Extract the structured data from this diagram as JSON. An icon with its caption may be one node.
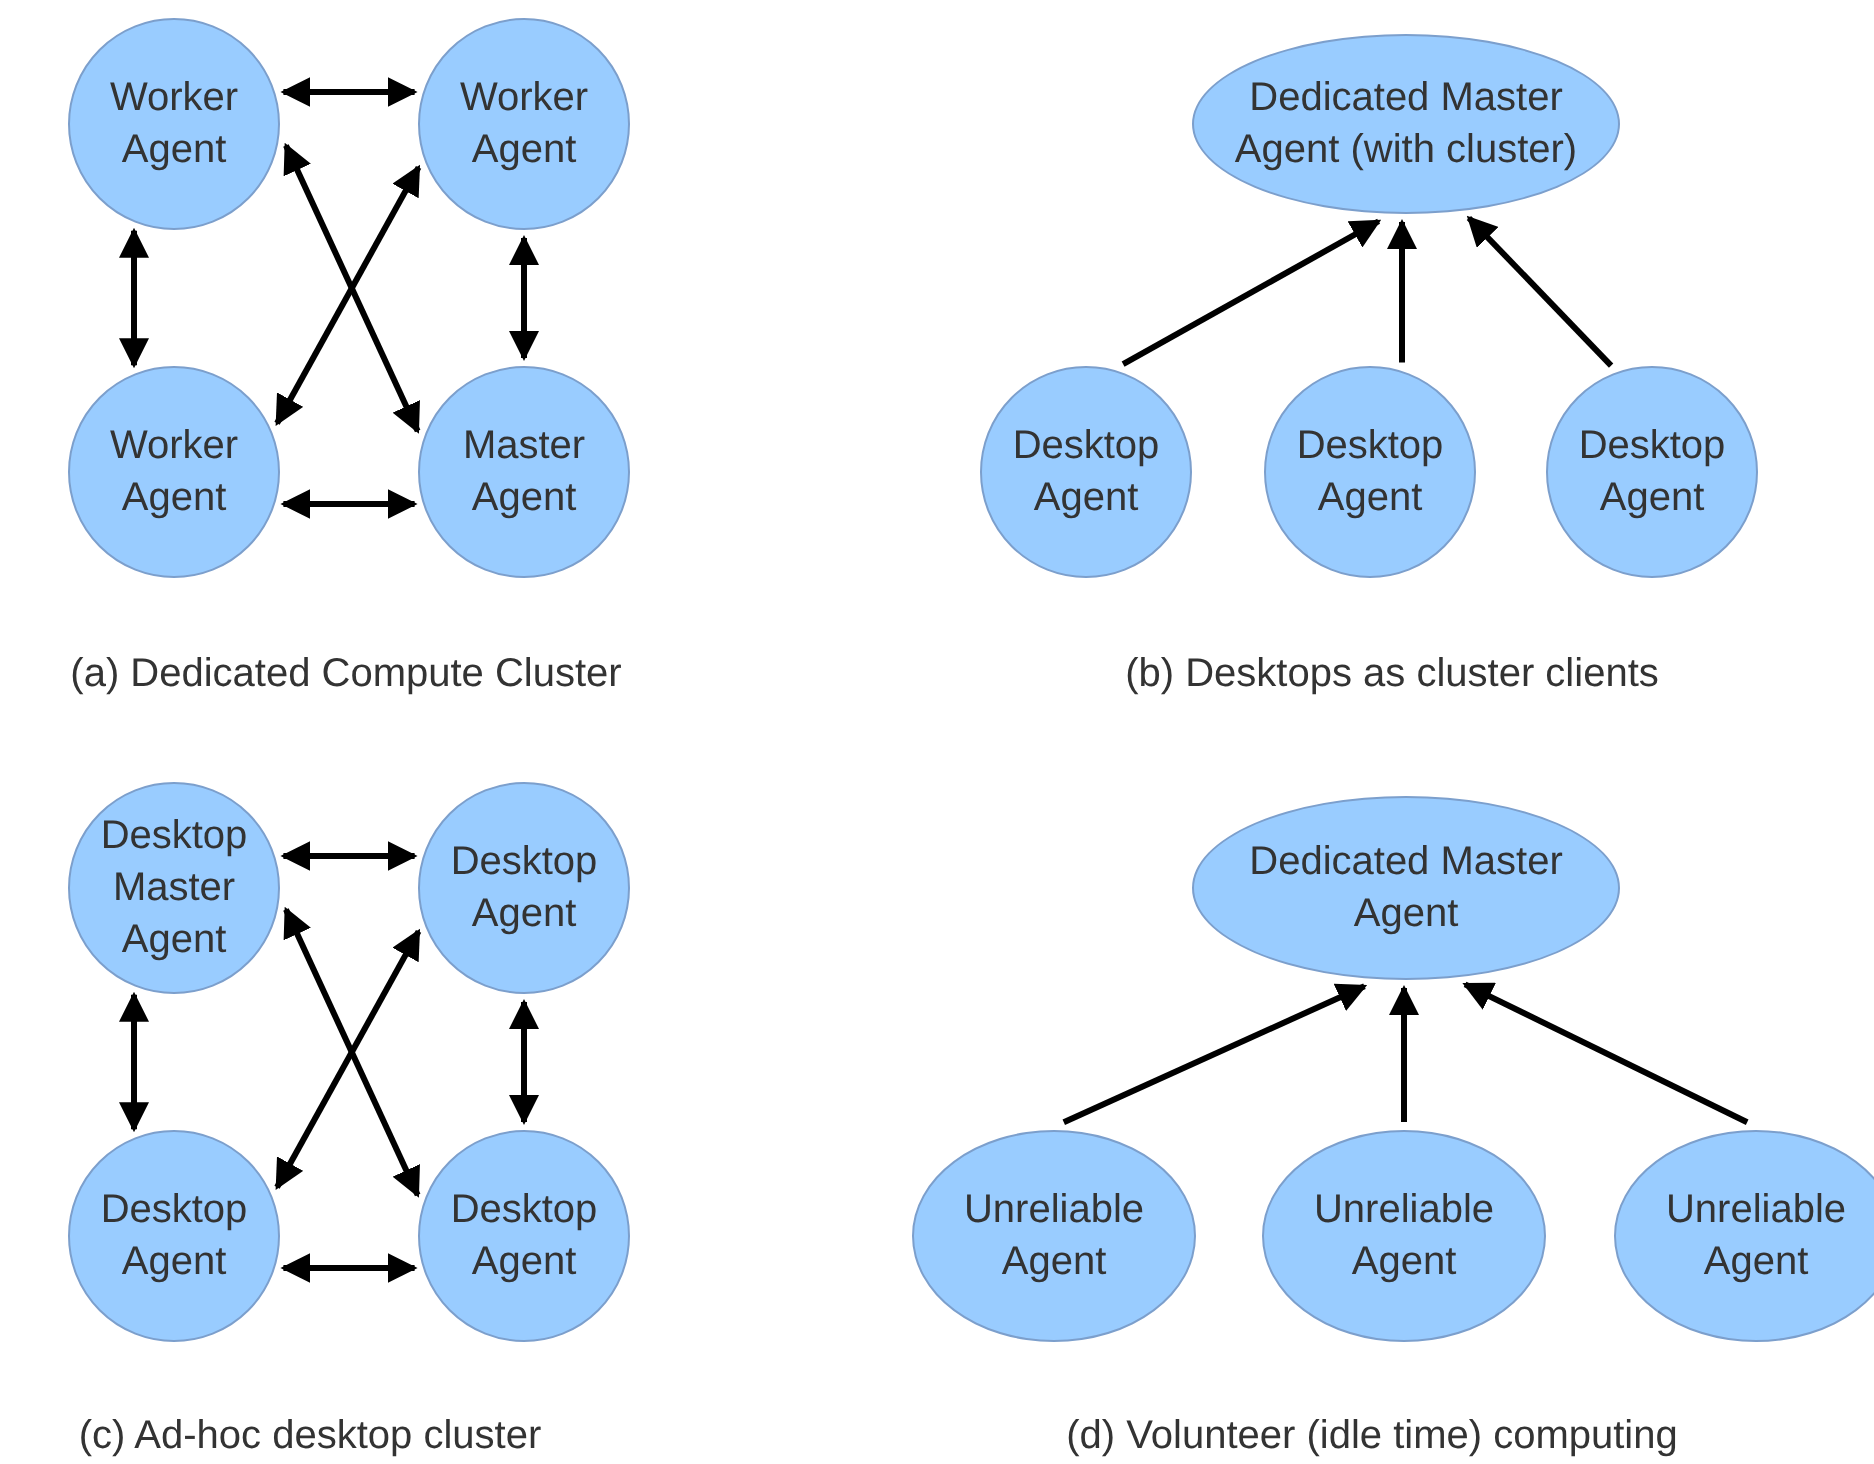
{
  "diagram": {
    "nodes": [
      {
        "text": [
          "Worker Agent"
        ]
      },
      {
        "text": [
          "Worker Agent"
        ]
      },
      {
        "text": [
          "Worker Agent"
        ]
      },
      {
        "text": [
          "Master Agent"
        ]
      },
      {
        "text": [
          "Dedicated Master Agent (with cluster)"
        ]
      },
      {
        "text": [
          "Desktop Agent"
        ]
      },
      {
        "text": [
          "Desktop Agent"
        ]
      },
      {
        "text": [
          "Desktop Agent"
        ]
      },
      {
        "text": [
          "Desktop Master Agent"
        ]
      },
      {
        "text": [
          "Desktop Agent"
        ]
      },
      {
        "text": [
          "Desktop Agent"
        ]
      },
      {
        "text": [
          "Desktop Agent"
        ]
      },
      {
        "text": [
          "Dedicated Master Agent"
        ]
      },
      {
        "text": [
          "Unreliable Agent"
        ]
      },
      {
        "text": [
          "Unreliable Agent"
        ]
      },
      {
        "text": [
          "Unreliable Agent"
        ]
      }
    ],
    "edges": [
      {
        "from": 0,
        "to": 1,
        "arrow": "both"
      },
      {
        "from": 0,
        "to": 2,
        "arrow": "both"
      },
      {
        "from": 1,
        "to": 3,
        "arrow": "both"
      },
      {
        "from": 2,
        "to": 3,
        "arrow": "both"
      },
      {
        "from": 2,
        "to": 1,
        "arrow": "both"
      },
      {
        "from": 0,
        "to": 3,
        "arrow": "both"
      },
      {
        "from": 5,
        "to": 4,
        "arrow": "to"
      },
      {
        "from": 6,
        "to": 4,
        "arrow": "to"
      },
      {
        "from": 7,
        "to": 4,
        "arrow": "to"
      },
      {
        "from": 8,
        "to": 9,
        "arrow": "both"
      },
      {
        "from": 8,
        "to": 10,
        "arrow": "both"
      },
      {
        "from": 9,
        "to": 11,
        "arrow": "both"
      },
      {
        "from": 10,
        "to": 11,
        "arrow": "both"
      },
      {
        "from": 10,
        "to": 9,
        "arrow": "both"
      },
      {
        "from": 8,
        "to": 11,
        "arrow": "both"
      },
      {
        "from": 13,
        "to": 12,
        "arrow": "to"
      },
      {
        "from": 14,
        "to": 12,
        "arrow": "to"
      },
      {
        "from": 15,
        "to": 12,
        "arrow": "to"
      }
    ],
    "labels": [
      "(a) Dedicated Compute Cluster",
      "(b) Desktops as cluster clients",
      "(c) Ad-hoc desktop cluster",
      "(d) Volunteer (idle time) computing"
    ]
  }
}
